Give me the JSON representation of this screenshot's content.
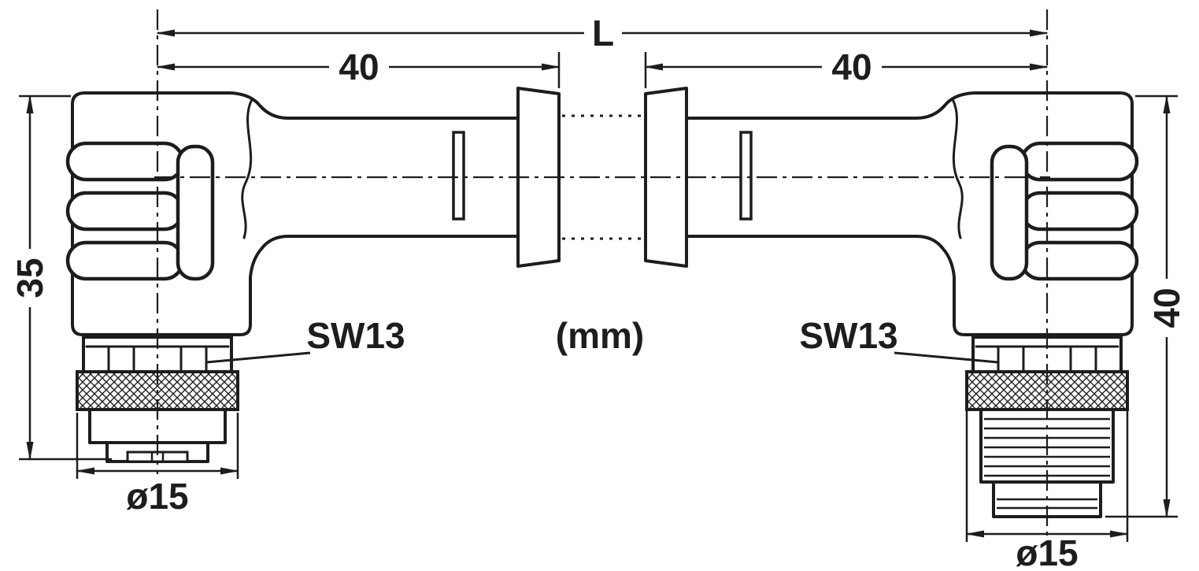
{
  "diagram": {
    "type": "technical-dimension-drawing",
    "subject": "cable with two angled circular connectors",
    "units_label": "(mm)",
    "line_color": "#1d1d1b",
    "background_color": "#ffffff",
    "dimensions": {
      "overall_length": "L",
      "left_connector_length_mm": "40",
      "right_connector_length_mm": "40",
      "left_connector_height_mm": "35",
      "right_connector_height_mm": "40",
      "left_connector_diameter": "ø15",
      "right_connector_diameter": "ø15",
      "left_wrench_size": "SW13",
      "right_wrench_size": "SW13"
    }
  }
}
